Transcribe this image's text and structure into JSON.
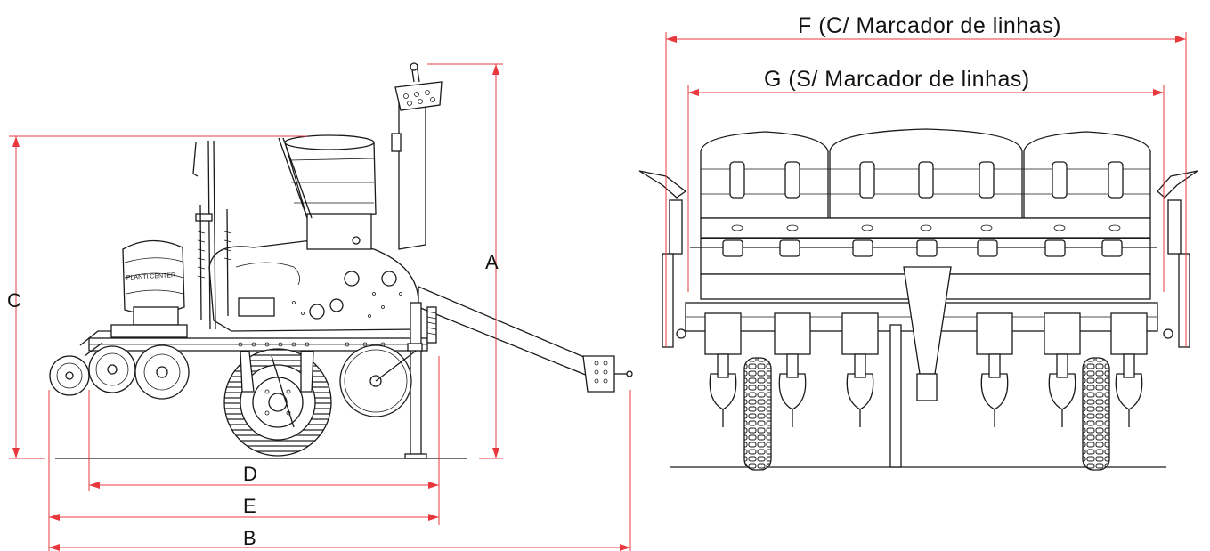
{
  "colors": {
    "dimension_line": "#e8383d",
    "machine_line": "#1a1a1a",
    "background": "#ffffff"
  },
  "side_view": {
    "brand_label": "PLANTI CENTER",
    "dimensions": {
      "A": "A",
      "B": "B",
      "C": "C",
      "D": "D",
      "E": "E"
    }
  },
  "front_view": {
    "dimensions": {
      "F": "F (C/ Marcador de linhas)",
      "G": "G (S/ Marcador de linhas)"
    }
  }
}
